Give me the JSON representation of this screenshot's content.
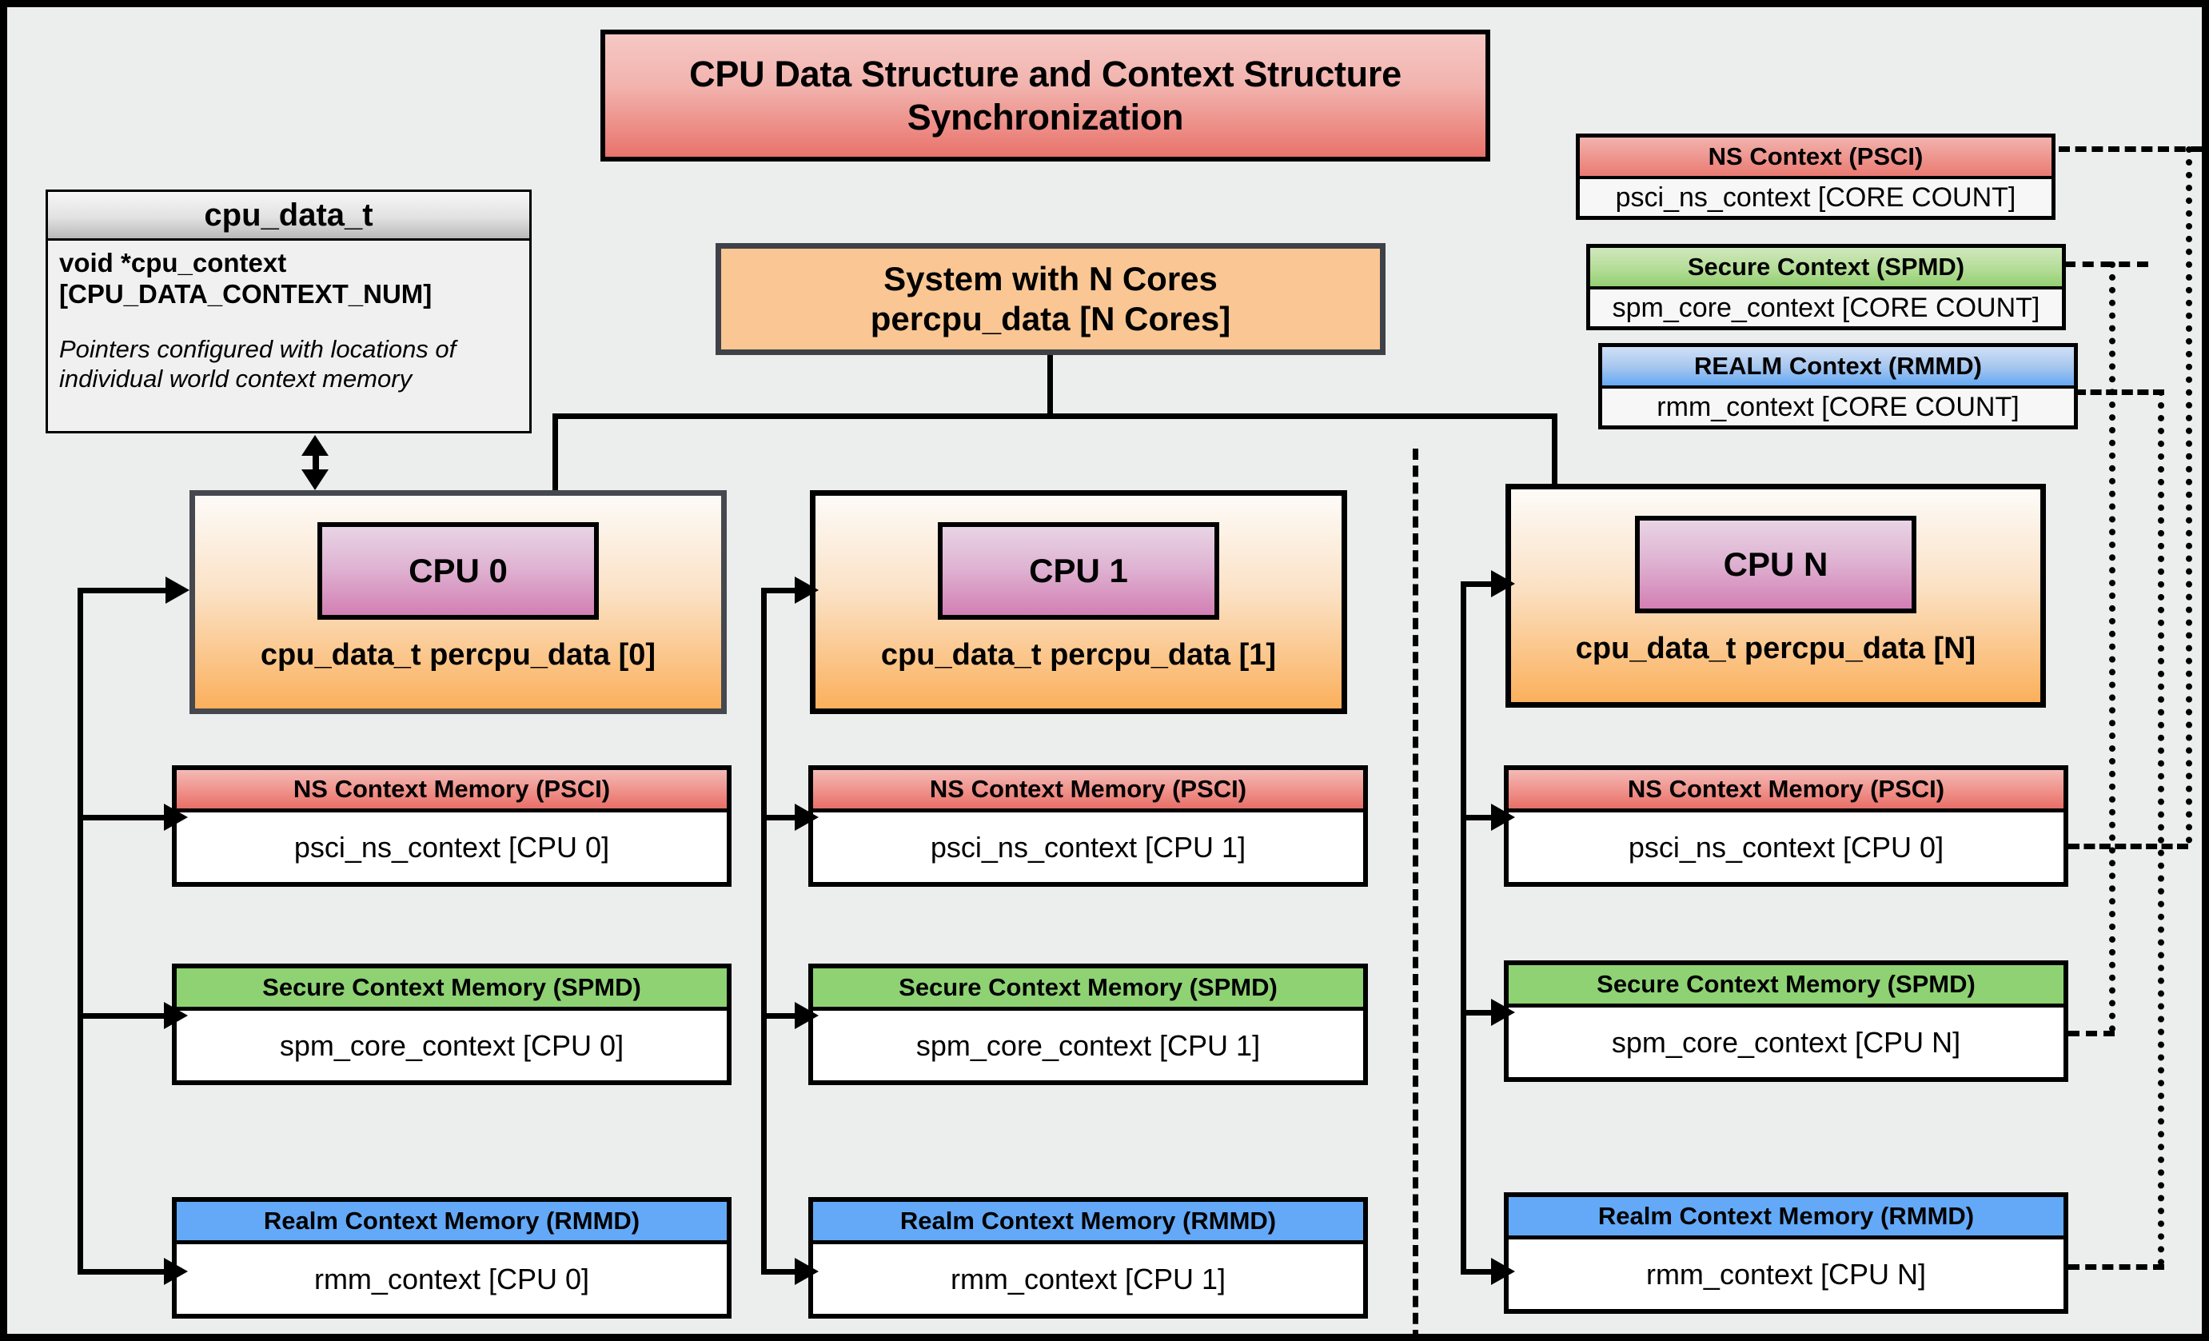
{
  "title": "CPU Data Structure and Context Structure Synchronization",
  "struct": {
    "name": "cpu_data_t",
    "field_line1": "void  *cpu_context",
    "field_line2": "[CPU_DATA_CONTEXT_NUM]",
    "note": "Pointers configured with locations of individual world context memory"
  },
  "system": {
    "line1": "System with N Cores",
    "line2": "percpu_data [N Cores]"
  },
  "legend": [
    {
      "header": "NS Context  (PSCI)",
      "value": "psci_ns_context [CORE COUNT]",
      "color": "#e8736b"
    },
    {
      "header": "Secure Context (SPMD)",
      "value": "spm_core_context [CORE COUNT]",
      "color": "#93cf71"
    },
    {
      "header": "REALM Context (RMMD)",
      "value": "rmm_context [CORE COUNT]",
      "color": "#65a9f4"
    }
  ],
  "cpus": [
    {
      "chip": "CPU 0",
      "caption": "cpu_data_t percpu_data [0]",
      "contexts": [
        {
          "header": "NS Context Memory (PSCI)",
          "value": "psci_ns_context [CPU 0]"
        },
        {
          "header": "Secure Context Memory (SPMD)",
          "value": "spm_core_context [CPU 0]"
        },
        {
          "header": "Realm Context Memory (RMMD)",
          "value": "rmm_context [CPU 0]"
        }
      ]
    },
    {
      "chip": "CPU 1",
      "caption": "cpu_data_t percpu_data [1]",
      "contexts": [
        {
          "header": "NS Context Memory (PSCI)",
          "value": "psci_ns_context [CPU 1]"
        },
        {
          "header": "Secure Context Memory (SPMD)",
          "value": "spm_core_context [CPU 1]"
        },
        {
          "header": "Realm Context Memory (RMMD)",
          "value": "rmm_context [CPU 1]"
        }
      ]
    },
    {
      "chip": "CPU N",
      "caption": "cpu_data_t percpu_data [N]",
      "contexts": [
        {
          "header": "NS Context Memory (PSCI)",
          "value": "psci_ns_context [CPU 0]"
        },
        {
          "header": "Secure Context Memory (SPMD)",
          "value": "spm_core_context [CPU N]"
        },
        {
          "header": "Realm Context Memory (RMMD)",
          "value": "rmm_context [CPU N]"
        }
      ]
    }
  ],
  "colors": {
    "canvas_bg": "#eceded",
    "title_fill": "#ef9b94",
    "system_fill": "#fac794",
    "cpu_chip_fill": "#d37fb4",
    "ns_red": "#e8736b",
    "secure_green": "#93cf71",
    "realm_blue": "#65a9f4"
  }
}
